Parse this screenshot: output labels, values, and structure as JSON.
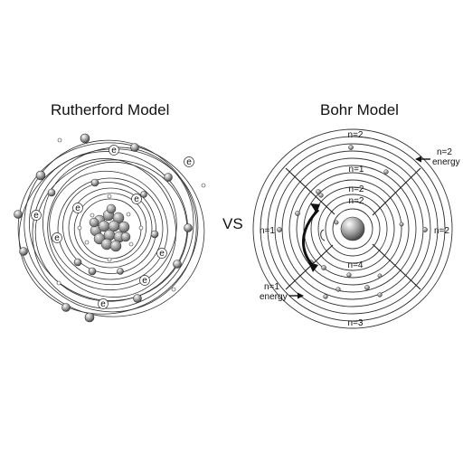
{
  "titles": {
    "left": "Rutherford Model",
    "right": "Bohr Model"
  },
  "vs": "VS",
  "electron_symbol": "e",
  "bohr_labels": {
    "top": "n=2",
    "inner_a": "n=1",
    "inner_b": "n=2",
    "inner_c": "n=2",
    "left": "n=1",
    "right": "n=2",
    "lower": "n=4",
    "bottom": "n=3",
    "energy_top_level": "n=2",
    "energy_top_word": "energy",
    "energy_left_level": "n=1",
    "energy_left_word": "energy"
  },
  "colors": {
    "ink": "#222222",
    "shell": "#333333",
    "electron": "#9a9a9a"
  }
}
